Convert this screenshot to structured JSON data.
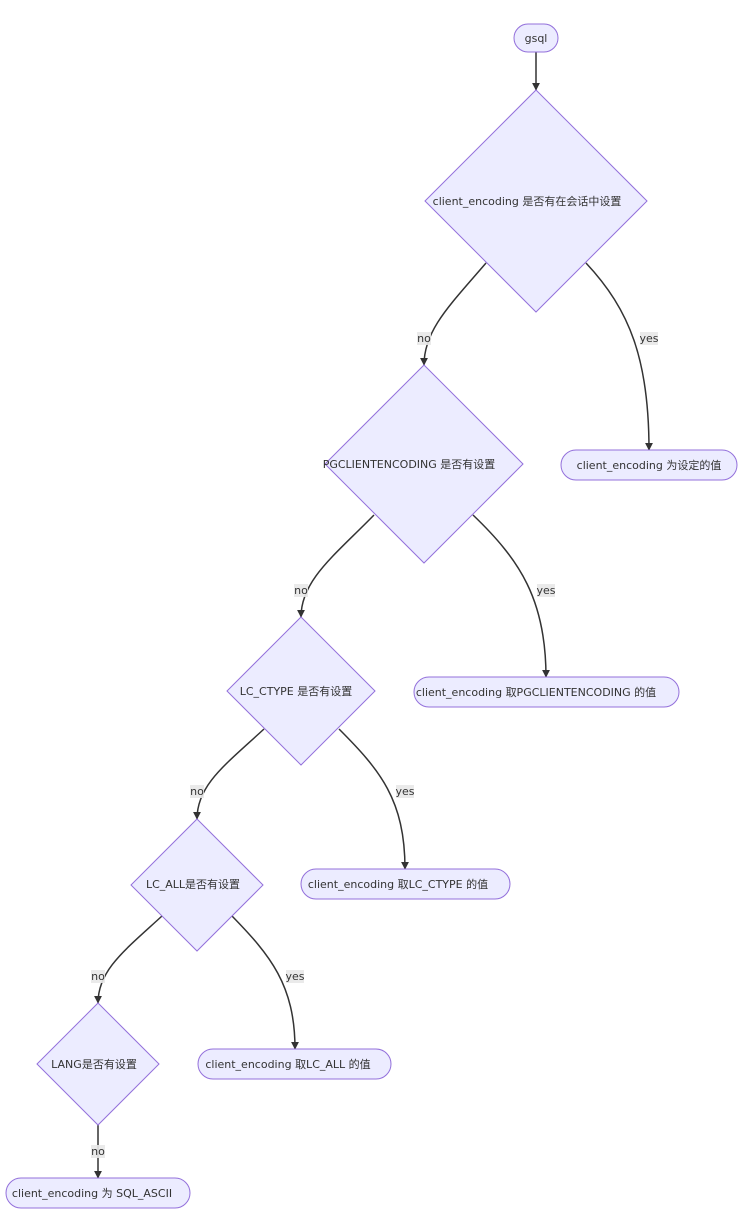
{
  "colors": {
    "node_fill": "#ECECFF",
    "node_stroke": "#9370DB",
    "edge": "#333333",
    "label_bg": "#E8E8E8",
    "text": "#333333"
  },
  "nodes": {
    "start": {
      "label": "gsql"
    },
    "q_session": {
      "label": "client_encoding 是否有在会话中设置"
    },
    "r_session": {
      "label": "client_encoding 为设定的值"
    },
    "q_pgclient": {
      "label": "PGCLIENTENCODING 是否有设置"
    },
    "r_pgclient": {
      "label": "client_encoding 取PGCLIENTENCODING 的值"
    },
    "q_lc_ctype": {
      "label": "LC_CTYPE 是否有设置"
    },
    "r_lc_ctype": {
      "label": "client_encoding 取LC_CTYPE 的值"
    },
    "q_lc_all": {
      "label": "LC_ALL是否有设置"
    },
    "r_lc_all": {
      "label": "client_encoding 取LC_ALL 的值"
    },
    "q_lang": {
      "label": "LANG是否有设置"
    },
    "r_default": {
      "label": "client_encoding 为 SQL_ASCII"
    }
  },
  "edges": {
    "session_no": {
      "label": "no"
    },
    "session_yes": {
      "label": "yes"
    },
    "pgclient_no": {
      "label": "no"
    },
    "pgclient_yes": {
      "label": "yes"
    },
    "lc_ctype_no": {
      "label": "no"
    },
    "lc_ctype_yes": {
      "label": "yes"
    },
    "lc_all_no": {
      "label": "no"
    },
    "lc_all_yes": {
      "label": "yes"
    },
    "lang_no": {
      "label": "no"
    }
  }
}
